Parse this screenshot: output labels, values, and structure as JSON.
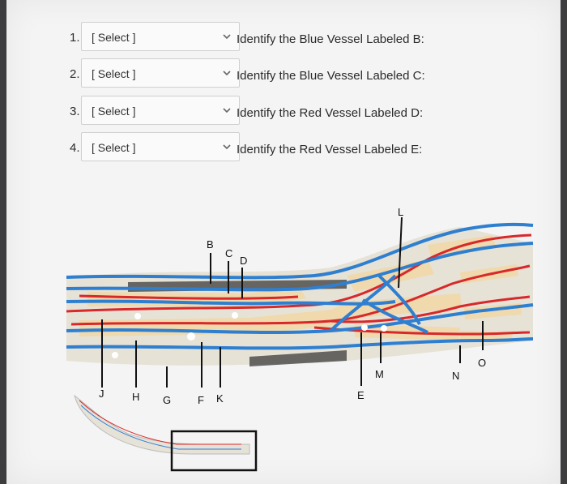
{
  "questions": [
    {
      "number": "1.",
      "selected": "[ Select ]",
      "prompt": "Identify the Blue  Vessel Labeled B:"
    },
    {
      "number": "2.",
      "selected": "[ Select ]",
      "prompt": "Identify the Blue  Vessel Labeled C:"
    },
    {
      "number": "3.",
      "selected": "[ Select ]",
      "prompt": "Identify the Red Vessel Labeled D:"
    },
    {
      "number": "4.",
      "selected": "[ Select ]",
      "prompt": "Identify the Red Vessel Labeled E:"
    }
  ],
  "figure_labels": {
    "B": "B",
    "C": "C",
    "D": "D",
    "E": "E",
    "F": "F",
    "G": "G",
    "H": "H",
    "J": "J",
    "K": "K",
    "L": "L",
    "M": "M",
    "N": "N",
    "O": "O"
  },
  "colors": {
    "vein": "#2f7fd0",
    "artery": "#d8282a",
    "bone": "#efd9ad",
    "dropdown_border": "#d0d0d0"
  }
}
